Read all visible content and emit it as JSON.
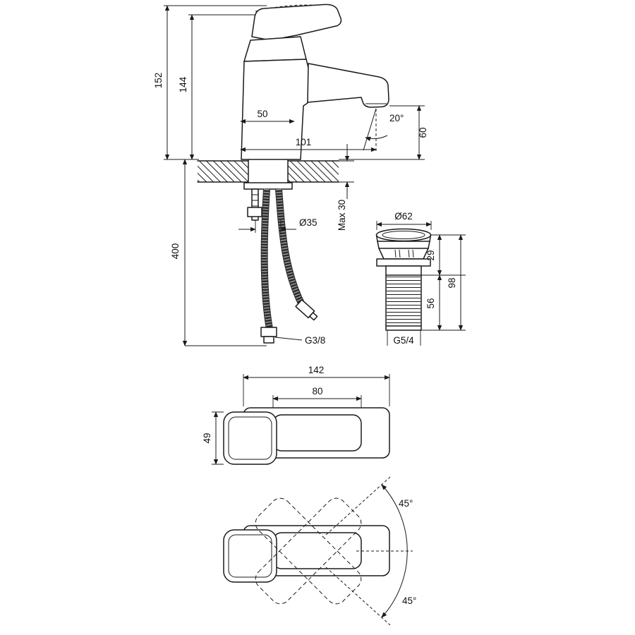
{
  "drawing": {
    "kind": "faucet-technical-dimension-drawing",
    "line_color": "#1a1a1a",
    "bg_color": "#ffffff"
  },
  "side_view": {
    "height_total": "152",
    "height_body": "144",
    "base_width": "50",
    "spout_reach": "101",
    "spray_angle": "20°",
    "spout_height": "60",
    "hose_length": "400",
    "deck_thickness": "Max 30",
    "hole_diameter": "Ø35",
    "supply_thread": "G3/8"
  },
  "drain": {
    "flange_diameter": "Ø62",
    "upper_height": "29",
    "thread_length": "56",
    "total_height": "98",
    "drain_thread": "G5/4"
  },
  "top_view": {
    "total_length": "142",
    "spout_length": "80",
    "body_width": "49"
  },
  "rotation_view": {
    "angle_up": "45°",
    "angle_down": "45°"
  }
}
